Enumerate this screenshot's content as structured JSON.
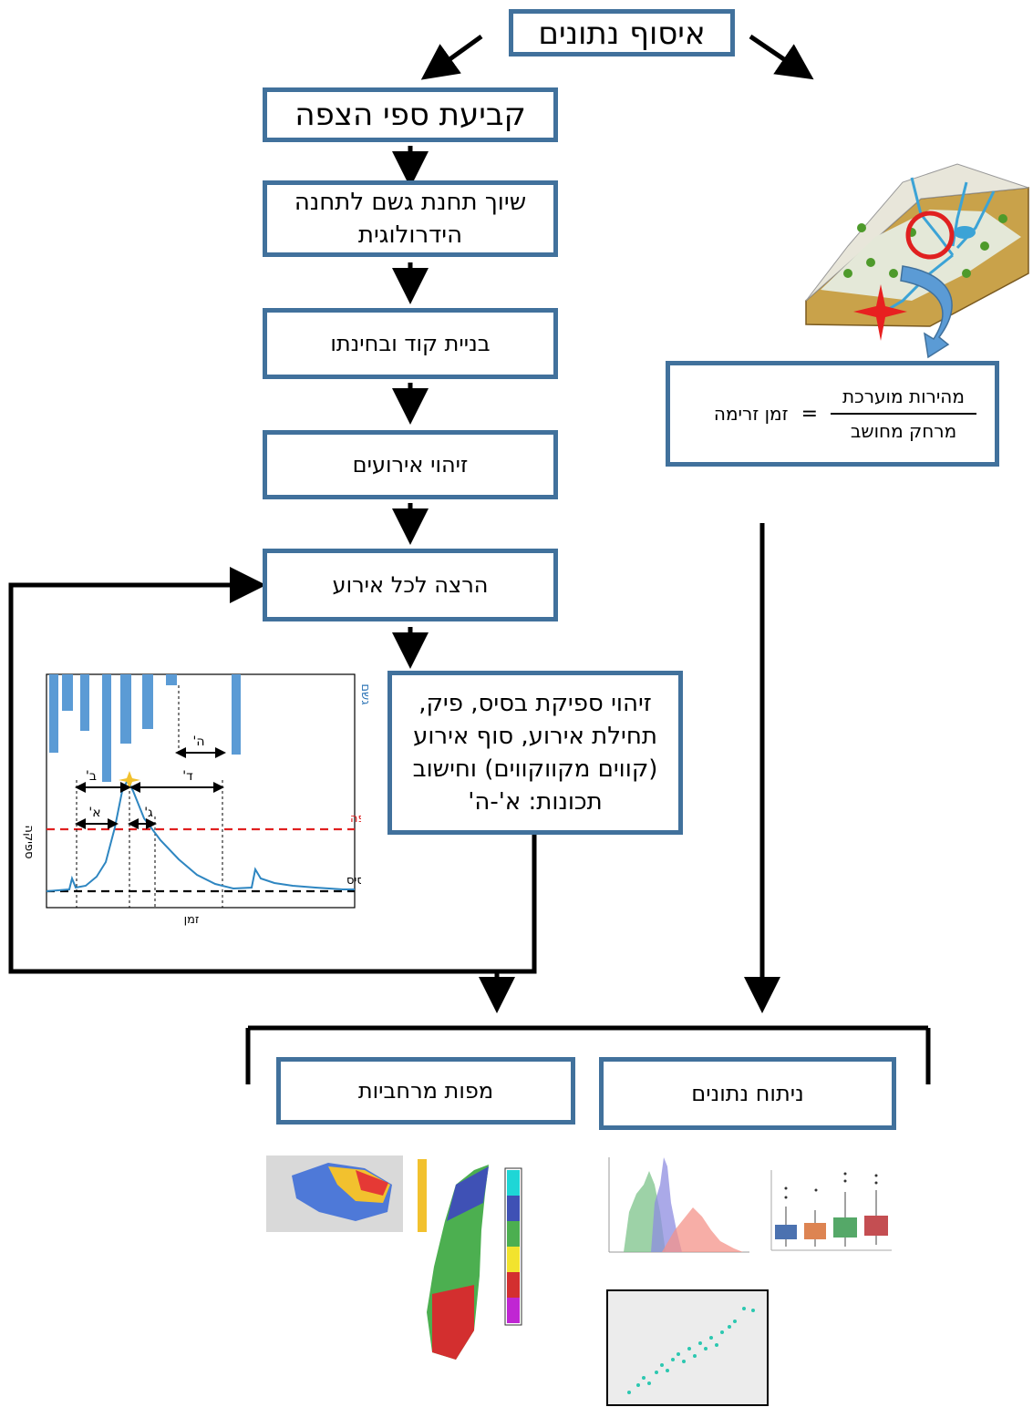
{
  "boxes": {
    "data_collection": "איסוף נתונים",
    "thresholds": "קביעת ספי הצפה",
    "station_assignment": "שיוך תחנת גשם לתחנה הידרולוגית",
    "code_building": "בניית קוד ובחינתו",
    "event_identification": "זיהוי אירועים",
    "run_each_event": "הרצה לכל אירוע",
    "event_features": "זיהוי ספיקת בסיס, פיק, תחילת אירוע, סוף אירוע (קווים מקווקווים) וחישוב תכונות: א'-ה'",
    "data_analysis": "ניתוח נתונים",
    "spatial_maps": "מפות מרחביות"
  },
  "formula": {
    "numerator": "מהירות מוערכת",
    "denominator": "מרחק מחושב",
    "equals": "=",
    "result": "זמן זרימה"
  },
  "hydrograph": {
    "rain_label": "גשם",
    "discharge_label": "ספיקה",
    "time_label": "זמן",
    "flood_threshold_label": "סף להצפה",
    "base_flow_label": "זרימת בסיס",
    "feature_labels": [
      "א'",
      "ב'",
      "ג'",
      "ד'",
      "ה'"
    ]
  },
  "colors": {
    "box_border": "#41719C",
    "rain_bars": "#5B9BD5",
    "hydrograph_line": "#2E86C1",
    "threshold_line": "#E02020",
    "arrow": "#000000"
  }
}
